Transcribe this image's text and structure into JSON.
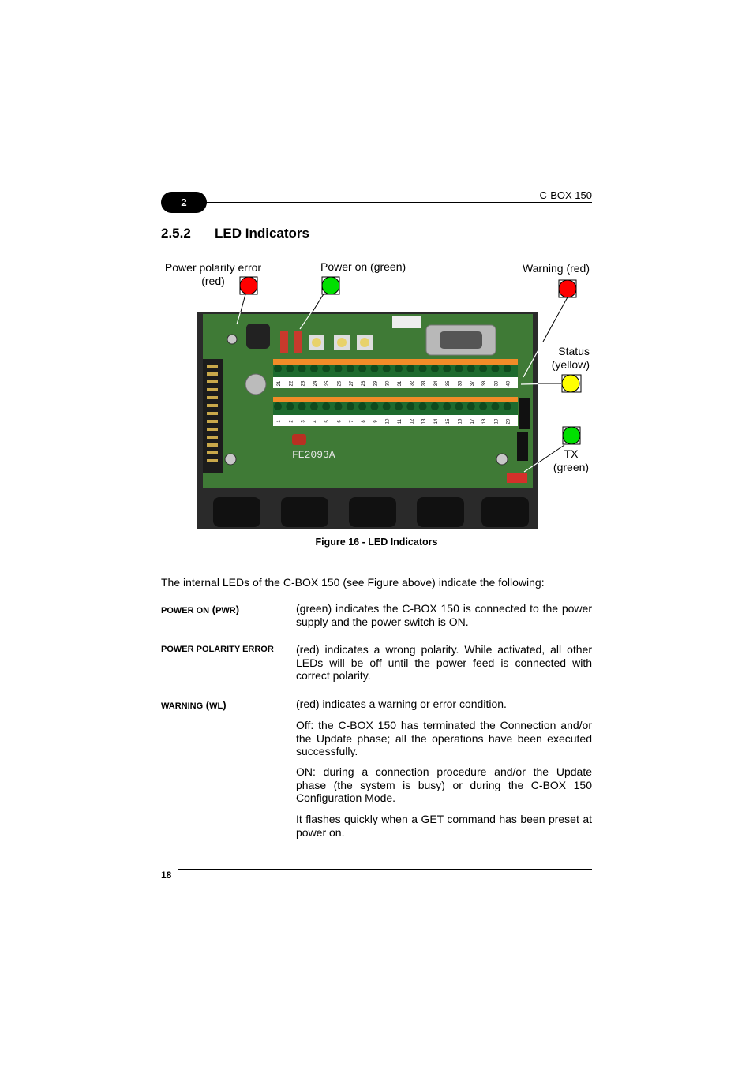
{
  "header": {
    "chapter": "2",
    "title": "C-BOX 150"
  },
  "section": {
    "number": "2.5.2",
    "title": "LED Indicators"
  },
  "figure": {
    "callouts": {
      "power_polarity_error_line1": "Power polarity error",
      "power_polarity_error_line2": "(red)",
      "power_on": "Power on (green)",
      "warning": "Warning (red)",
      "status_line1": "Status",
      "status_line2": "(yellow)",
      "tx_line1": "TX",
      "tx_line2": "(green)"
    },
    "board_marking": "FE2093A",
    "terminal_numbers_top": [
      "21",
      "22",
      "23",
      "24",
      "25",
      "26",
      "27",
      "28",
      "29",
      "30",
      "31",
      "32",
      "33",
      "34",
      "35",
      "36",
      "37",
      "38",
      "39",
      "40"
    ],
    "terminal_numbers_bottom": [
      "1",
      "2",
      "3",
      "4",
      "5",
      "6",
      "7",
      "8",
      "9",
      "10",
      "11",
      "12",
      "13",
      "14",
      "15",
      "16",
      "17",
      "18",
      "19",
      "20"
    ],
    "caption": "Figure 16 - LED Indicators",
    "colors": {
      "led_red": "#ff0000",
      "led_green": "#00e000",
      "led_yellow": "#ffff00",
      "pcb_green": "#3f7a36"
    }
  },
  "intro": "The internal LEDs of the C-BOX 150 (see Figure above) indicate the following:",
  "definitions": {
    "power_on": {
      "term_small_1": "POWER ON",
      "term_big_1": " (",
      "term_small_2": "PWR",
      "term_big_2": ")",
      "paragraphs": [
        "(green) indicates the C-BOX 150 is connected to the power supply and the power switch is ON."
      ]
    },
    "power_polarity_error": {
      "term": "POWER POLARITY ERROR",
      "paragraphs": [
        "(red) indicates a wrong polarity. While activated, all other LEDs will be off until the power feed is connected with correct polarity."
      ]
    },
    "warning": {
      "term_small_1": "WARNING",
      "term_big_1": " (",
      "term_small_2": "WL",
      "term_big_2": ")",
      "paragraphs": [
        "(red) indicates a warning or error condition.",
        "Off: the C-BOX 150 has terminated the Connection and/or the Update phase; all the operations have been executed successfully.",
        "ON: during a connection procedure and/or the Update phase (the system is busy) or during the C-BOX 150 Configuration Mode.",
        "It flashes quickly when a GET command has been preset at power on."
      ]
    }
  },
  "footer": {
    "page_number": "18"
  }
}
